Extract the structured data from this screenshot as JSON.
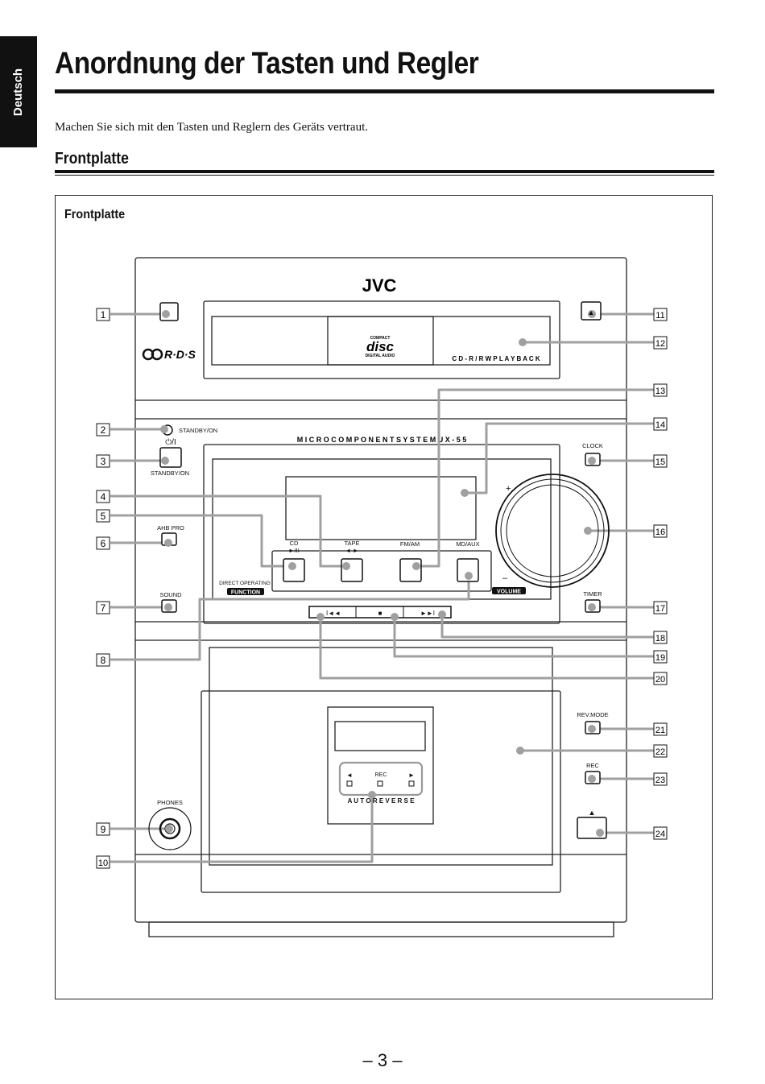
{
  "side_tab": "Deutsch",
  "title": "Anordnung der Tasten und Regler",
  "intro": "Machen Sie sich mit den Tasten und Reglern des Geräts vertraut.",
  "section": "Frontplatte",
  "figure_label": "Frontplatte",
  "brand": "JVC",
  "rds": "R·D·S",
  "cd_logo": {
    "top": "COMPACT",
    "main": "disc",
    "bottom": "DIGITAL AUDIO"
  },
  "tray_label": "C D - R / R W   P L A Y B A C K",
  "system_label": "M I C R O   C O M P O N E N T   S Y S T E M   U X - 5 5",
  "labels": {
    "standby_on": "STANDBY/ON",
    "power_symbol": "⏻/I",
    "ahb_pro": "AHB PRO",
    "sound": "SOUND",
    "clock": "CLOCK",
    "timer": "TIMER",
    "cd": "CD",
    "cd_sub": "►/II",
    "tape": "TAPE",
    "tape_sub": "◄ ►",
    "fm_am": "FM/AM",
    "md_aux": "MD/AUX",
    "direct_operating": "DIRECT OPERATING",
    "function": "FUNCTION",
    "volume": "VOLUME",
    "plus": "+",
    "minus": "–",
    "rev_mode": "REV.MODE",
    "rec": "REC",
    "phones": "PHONES",
    "auto_reverse": "A U T O   R E V E R S E",
    "deck_rec": "REC",
    "eject": "▲",
    "prev": "I◄◄",
    "stop": "■",
    "next": "►►I",
    "deck_left": "◄",
    "deck_right": "►"
  },
  "callouts": [
    "1",
    "2",
    "3",
    "4",
    "5",
    "6",
    "7",
    "8",
    "9",
    "10",
    "11",
    "12",
    "13",
    "14",
    "15",
    "16",
    "17",
    "18",
    "19",
    "20",
    "21",
    "22",
    "23",
    "24"
  ],
  "page_number": "– 3 –",
  "colors": {
    "leader": "#a0a0a0",
    "ink": "#111111"
  }
}
